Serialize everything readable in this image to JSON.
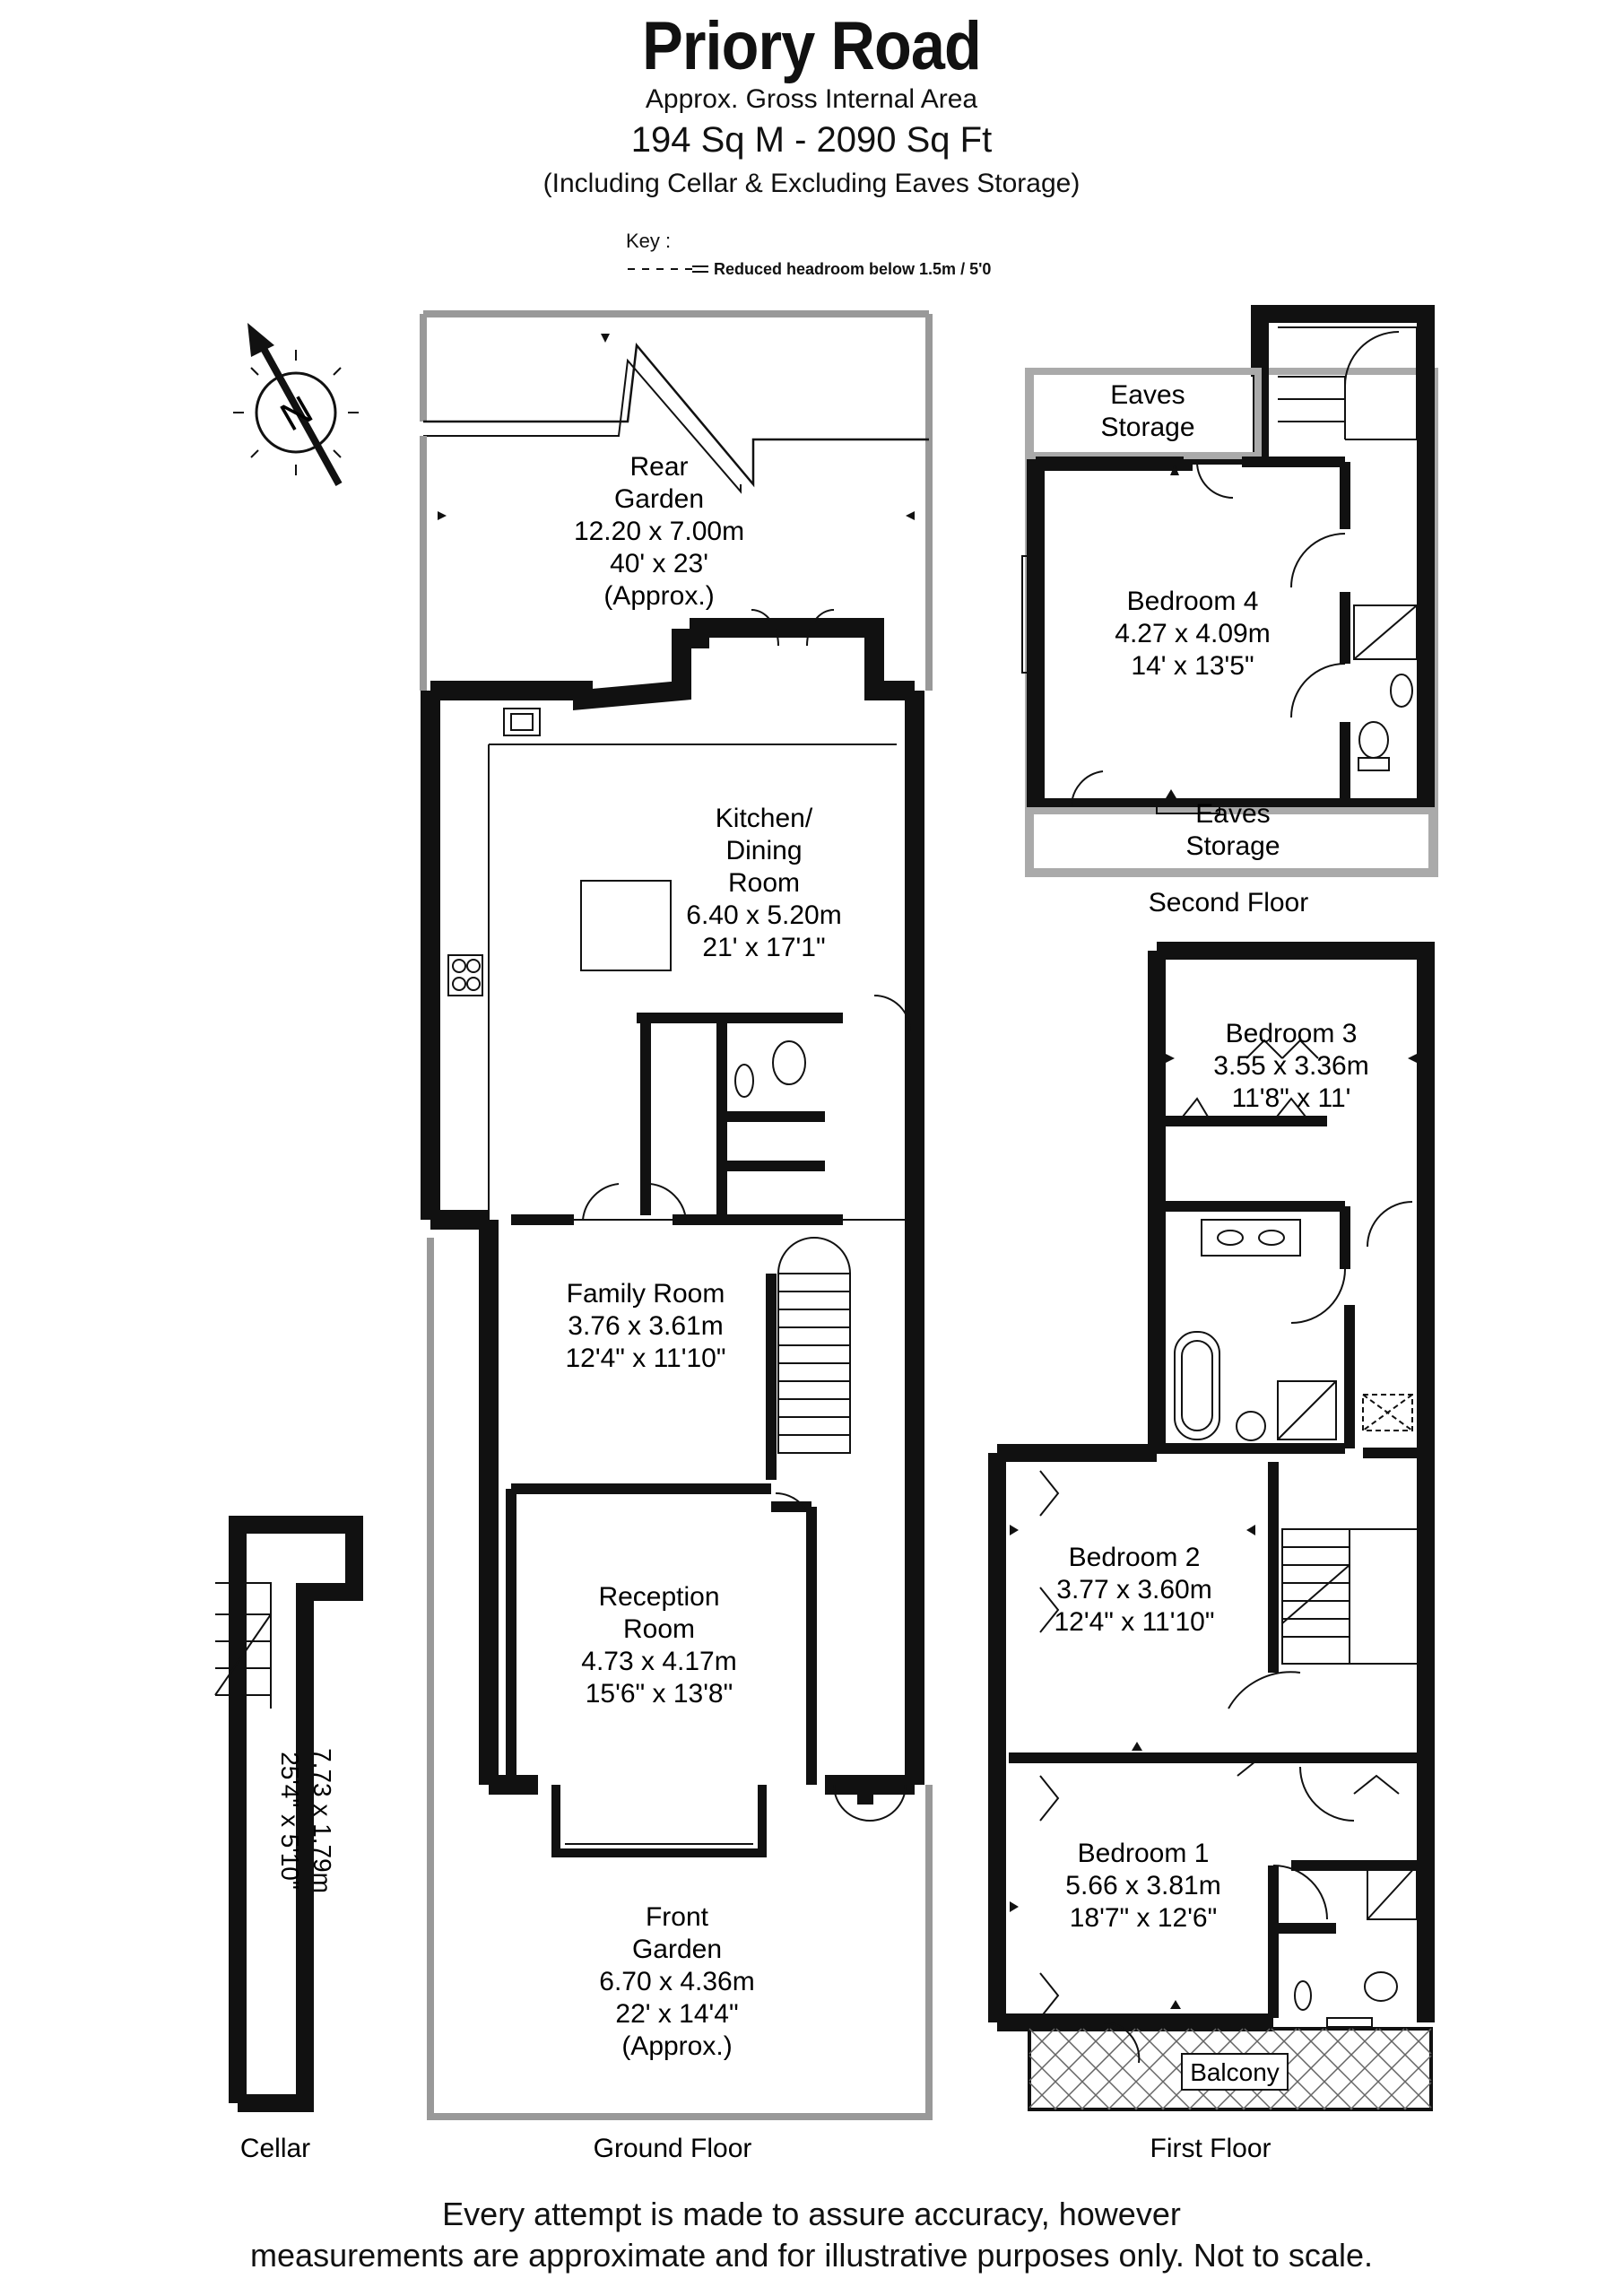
{
  "header": {
    "title": "Priory Road",
    "area_label": "Approx. Gross Internal Area",
    "area_value": "194 Sq M  -  2090 Sq Ft",
    "area_note": "(Including Cellar & Excluding Eaves Storage)"
  },
  "key": {
    "label": "Key :",
    "line_text": "Reduced  headroom below 1.5m / 5'0"
  },
  "compass": {
    "letter": "N"
  },
  "floors": {
    "cellar": "Cellar",
    "ground": "Ground Floor",
    "first": "First Floor",
    "second": "Second Floor"
  },
  "rooms": {
    "rear_garden": [
      "Rear",
      "Garden",
      "12.20 x 7.00m",
      "40' x 23'",
      "(Approx.)"
    ],
    "kitchen": [
      "Kitchen/",
      "Dining",
      "Room",
      "6.40 x 5.20m",
      "21' x 17'1\""
    ],
    "family": [
      "Family Room",
      "3.76 x 3.61m",
      "12'4\" x 11'10\""
    ],
    "reception": [
      "Reception",
      "Room",
      "4.73 x 4.17m",
      "15'6\" x 13'8\""
    ],
    "front_garden": [
      "Front",
      "Garden",
      "6.70 x 4.36m",
      "22' x 14'4\"",
      "(Approx.)"
    ],
    "cellar_dims": [
      "7.73 x 1.79m",
      "25'4\" x 5'10\""
    ],
    "bedroom4": [
      "Bedroom 4",
      "4.27 x 4.09m",
      "14' x 13'5\""
    ],
    "eaves_top": [
      "Eaves",
      "Storage"
    ],
    "eaves_bottom": [
      "Eaves",
      "Storage"
    ],
    "bedroom3": [
      "Bedroom 3",
      "3.55 x 3.36m",
      "11'8\" x 11'"
    ],
    "bedroom2": [
      "Bedroom 2",
      "3.77 x 3.60m",
      "12'4\" x 11'10\""
    ],
    "bedroom1": [
      "Bedroom 1",
      "5.66 x 3.81m",
      "18'7\" x 12'6\""
    ],
    "balcony": "Balcony"
  },
  "footer": {
    "line1": "Every attempt is made to assure accuracy, however",
    "line2": "measurements are approximate and for illustrative purposes only. Not to scale."
  },
  "colors": {
    "wall": "#111111",
    "eaves_outline": "#aaaaaa",
    "fixture": "#222222"
  }
}
